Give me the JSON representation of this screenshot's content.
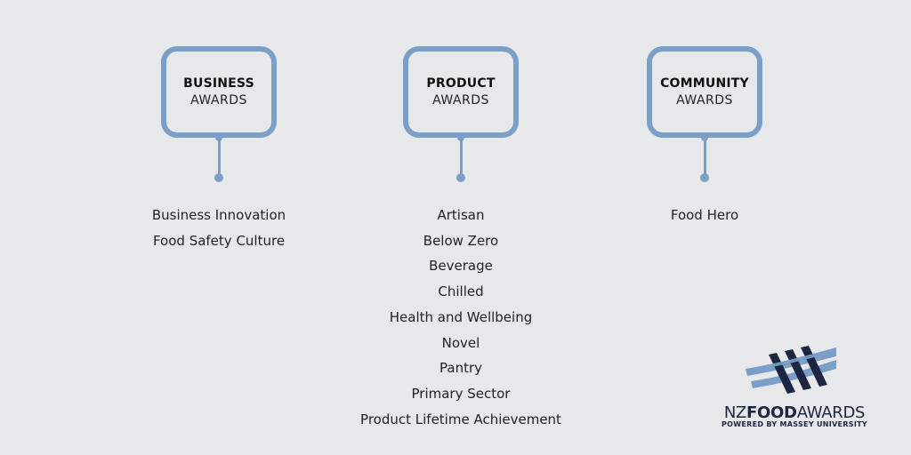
{
  "categories": [
    {
      "title_bold": "BUSINESS",
      "title_sub": "AWARDS",
      "items": [
        "Business Innovation",
        "Food Safety Culture"
      ]
    },
    {
      "title_bold": "PRODUCT",
      "title_sub": "AWARDS",
      "items": [
        "Artisan",
        "Below Zero",
        "Beverage",
        "Chilled",
        "Health and Wellbeing",
        "Novel",
        "Pantry",
        "Primary Sector",
        "Product Lifetime Achievement"
      ]
    },
    {
      "title_bold": "COMMUNITY",
      "title_sub": "AWARDS",
      "items": [
        "Food Hero"
      ]
    }
  ],
  "logo": {
    "word_light_1": "NZ",
    "word_bold": "FOOD",
    "word_light_2": "AWARDS",
    "tagline": "POWERED BY MASSEY UNIVERSITY"
  },
  "colors": {
    "accent": "#7c9fc7",
    "background": "#e7e8ea",
    "navy": "#1c2541"
  }
}
